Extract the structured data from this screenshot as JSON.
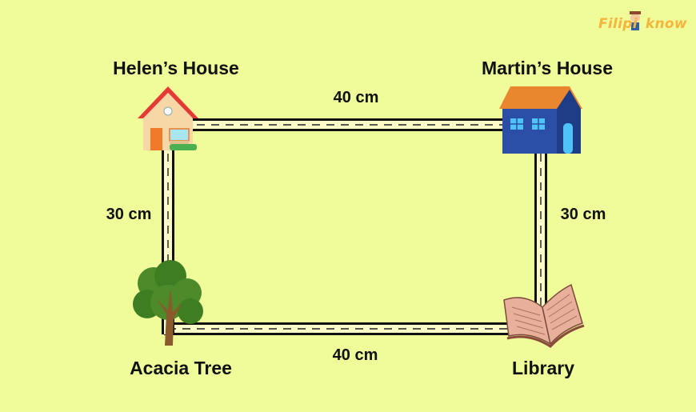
{
  "logo": {
    "text_part1": "Filipi",
    "text_part2": "know",
    "colors": {
      "text": "#f4b63a",
      "mascot": "#2f5fa8"
    }
  },
  "places": {
    "helens_house": "Helen’s House",
    "martins_house": "Martin’s House",
    "acacia_tree": "Acacia Tree",
    "library": "Library"
  },
  "distances": {
    "top": "40 cm",
    "bottom": "40 cm",
    "left": "30 cm",
    "right": "30 cm"
  },
  "colors": {
    "background": "#f0fb9a",
    "road": "#111111",
    "road_fill": "#fbfcc8",
    "house_red_roof": "#e53935",
    "house_blue": "#2b4fa6",
    "tree_green": "#4c8a2a",
    "book": "#e09a80"
  }
}
